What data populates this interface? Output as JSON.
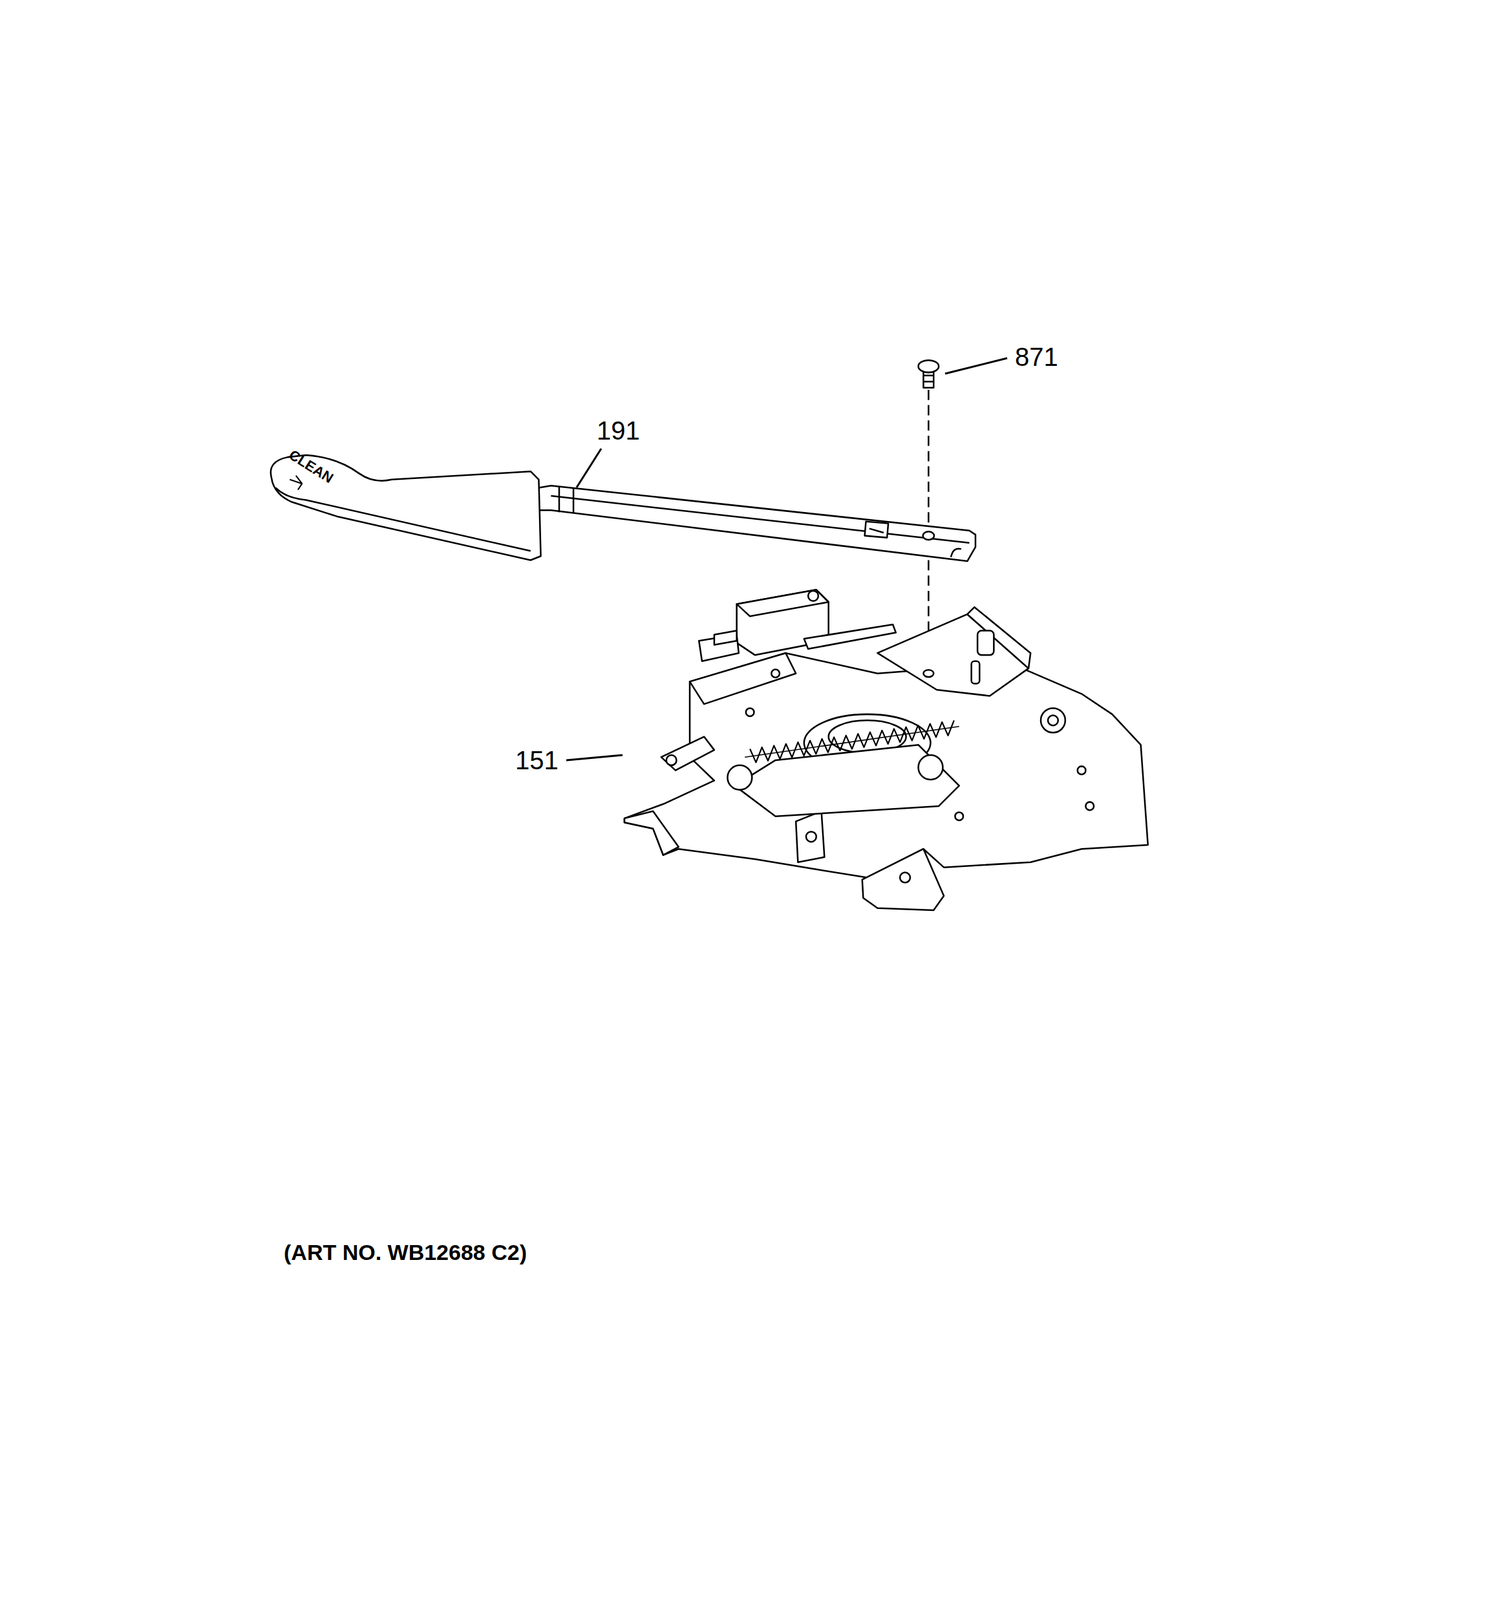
{
  "diagram": {
    "labels": [
      "871",
      "191",
      "CLEAN",
      "151",
      "(ART NO. WB12688 C2)"
    ]
  }
}
